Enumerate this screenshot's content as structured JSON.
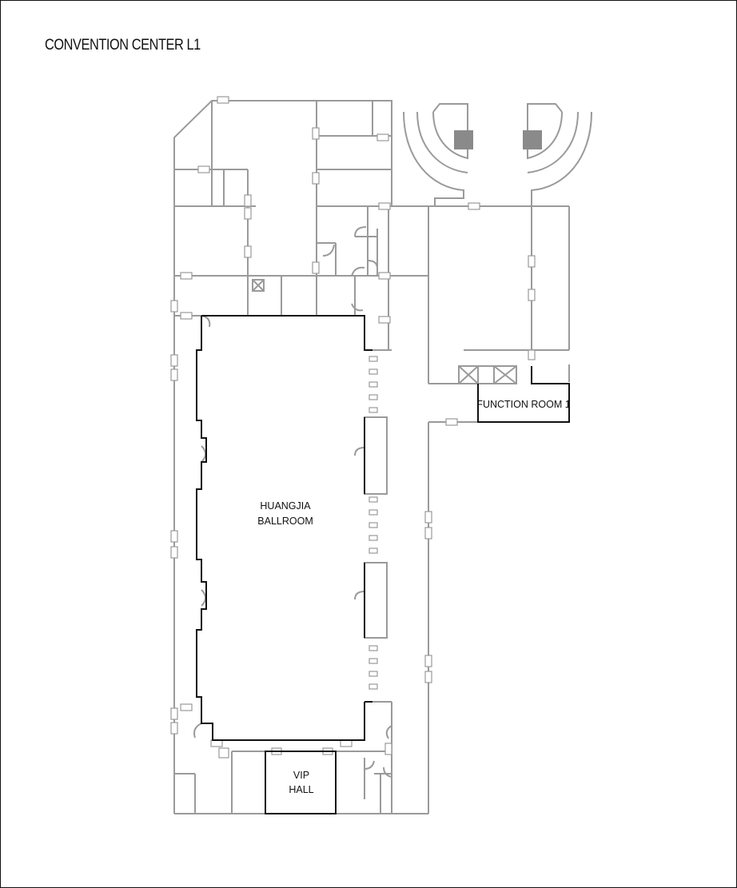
{
  "map": {
    "title": "CONVENTION CENTER L1",
    "rooms": [
      {
        "id": "huangjia-ballroom",
        "lines": [
          "HUANGJIA",
          "BALLROOM"
        ]
      },
      {
        "id": "function-room-1",
        "lines": [
          "FUNCTION ROOM 1"
        ]
      },
      {
        "id": "vip-hall",
        "lines": [
          "VIP",
          "HALL"
        ]
      }
    ],
    "colors": {
      "wall": "#9a9a9a",
      "highlight_wall": "#111111",
      "pillar": "#8a8a8a",
      "background": "#ffffff"
    }
  }
}
